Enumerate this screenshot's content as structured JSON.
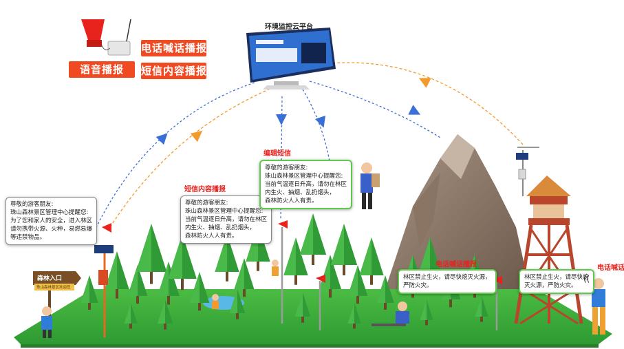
{
  "voice_device": {
    "phone_broadcast": "电话喊话播报",
    "voice_broadcast": "语音播报",
    "sms_broadcast": "短信内容播报"
  },
  "platform": {
    "title": "环境监控云平台"
  },
  "labels": {
    "edit_sms": "编辑短信",
    "sms_broadcast_left": "短信内容播报",
    "phone_broadcast_mid": "电话喊话播报",
    "phone_broadcast_right": "电话喊话"
  },
  "bubbles": {
    "left": [
      "尊敬的游客朋友:",
      "珠山森林景区管理中心提醒您:",
      "为了您和家人的安全，进入林区",
      "请勿携带火源、火种，易燃易爆",
      "等违禁物品。"
    ],
    "center_left": [
      "尊敬的游客朋友:",
      "珠山森林景区管理中心提醒您:",
      "当前气温逐日升高，请勿在林区",
      "内生火、抽烟、乱扔烟头，",
      "森林防火人人有责。"
    ],
    "center_top": [
      "尊敬的游客朋友:",
      "珠山森林景区管理中心提醒您:",
      "当前气温逐日升高，请勿在林区",
      "内生火、抽烟、乱扔烟头，",
      "森林防火人人有责。"
    ],
    "mid_right": [
      "林区禁止生火，请尽快熄灭火源，",
      "严防火灾。"
    ],
    "right": [
      "林区禁止生火，请尽快熄",
      "灭火源，严防火灾。"
    ]
  },
  "signpost": {
    "title": "森林入口",
    "subtitle": "珠山森林景区欢迎您"
  },
  "colors": {
    "accent_orange": "#f04a22",
    "label_red": "#e8221c",
    "bubble_green": "#5fc94d",
    "arc_blue": "#3a6fd8",
    "arc_orange": "#f39a2c",
    "grass": "#3fae3a"
  }
}
